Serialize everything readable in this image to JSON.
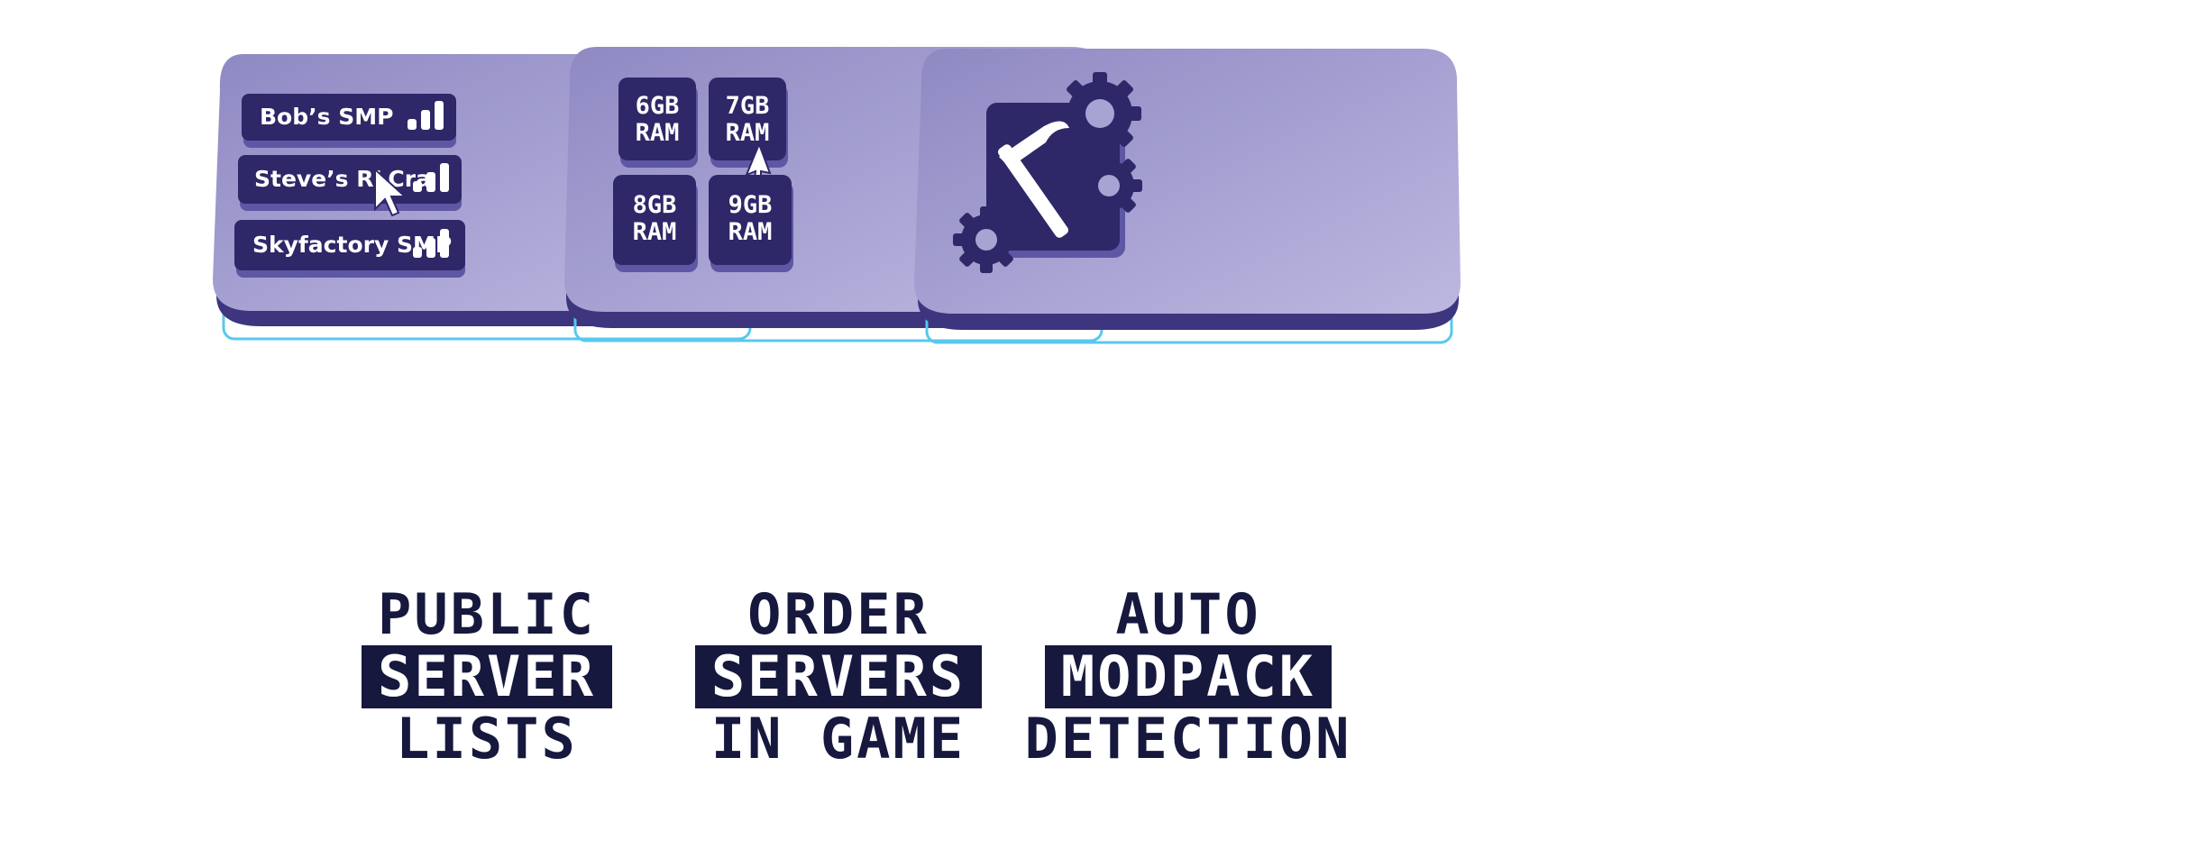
{
  "colors": {
    "tile_top": "#a7a3d3",
    "tile_side": "#3d357e",
    "tile_dark": "#2e2768",
    "accent_glow": "#58c8ee",
    "caption_text": "#16183e",
    "white": "#ffffff"
  },
  "features": [
    {
      "id": "public-server-lists",
      "caption": [
        "PUBLIC",
        "SERVER",
        "LISTS"
      ],
      "highlight_line": 1,
      "servers": [
        {
          "name": "Bob’s SMP",
          "icon": "signal-bars-icon"
        },
        {
          "name": "Steve’s RLCra",
          "icon": "signal-bars-icon"
        },
        {
          "name": "Skyfactory SMP",
          "icon": "signal-bars-icon"
        }
      ],
      "cursor_icon": "pointer-cursor-icon"
    },
    {
      "id": "order-servers-in-game",
      "caption": [
        "ORDER",
        "SERVERS",
        "IN GAME"
      ],
      "highlight_line": 1,
      "ram_options": [
        {
          "top": "6GB",
          "bottom": "RAM"
        },
        {
          "top": "7GB",
          "bottom": "RAM"
        },
        {
          "top": "8GB",
          "bottom": "RAM"
        },
        {
          "top": "9GB",
          "bottom": "RAM"
        }
      ],
      "cursor_icon": "pointer-cursor-icon"
    },
    {
      "id": "auto-modpack-detection",
      "caption": [
        "AUTO",
        "MODPACK",
        "DETECTION"
      ],
      "highlight_line": 1,
      "icons": [
        "hammer-icon",
        "gear-icon",
        "gear-icon",
        "gear-icon"
      ]
    }
  ]
}
